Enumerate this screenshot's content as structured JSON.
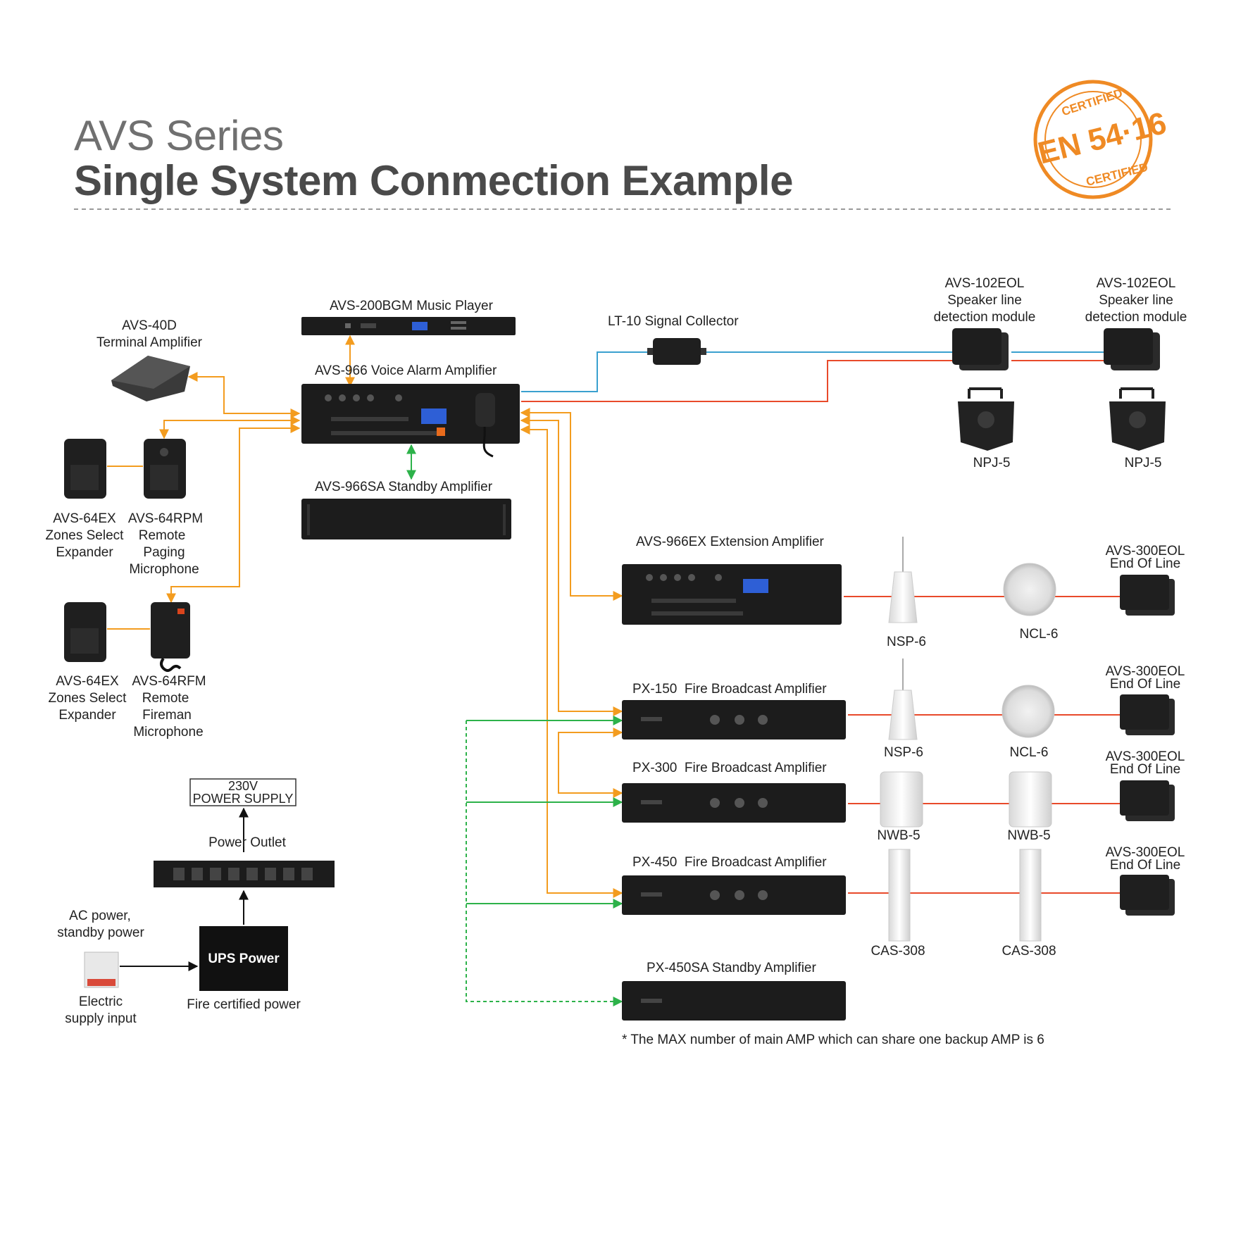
{
  "header": {
    "series": "AVS Series",
    "title": "Single System Conmection Example"
  },
  "badge": {
    "top": "CERTIFIED",
    "main": "EN 54·16",
    "bottom": "CERTIFIED"
  },
  "colors": {
    "orange": "#f39c1f",
    "red": "#e84a2b",
    "blue": "#3aa0cf",
    "green": "#2db24a",
    "device": "#1c1c1c",
    "badge": "#ef8a24"
  },
  "devices": {
    "music_player": "AVS-200BGM Music Player",
    "voice_alarm": "AVS-966 Voice Alarm Amplifier",
    "standby_amp": "AVS-966SA Standby Amplifier",
    "terminal_amp": [
      "AVS-40D",
      "Terminal Amplifier"
    ],
    "signal_collector": "LT-10 Signal Collector",
    "eol_module_1": [
      "AVS-102EOL",
      "Speaker line",
      "detection module"
    ],
    "eol_module_2": [
      "AVS-102EOL",
      "Speaker line",
      "detection module"
    ],
    "npj_1": "NPJ-5",
    "npj_2": "NPJ-5",
    "expander_1": [
      "AVS-64EX",
      "Zones Select",
      "Expander"
    ],
    "rpm": [
      "AVS-64RPM",
      "Remote",
      "Paging",
      "Microphone"
    ],
    "expander_2": [
      "AVS-64EX",
      "Zones Select",
      "Expander"
    ],
    "rfm": [
      "AVS-64RFM",
      "Remote",
      "Fireman",
      "Microphone"
    ],
    "ext_amp": "AVS-966EX Extension Amplifier",
    "px150": "PX-150  Fire Broadcast Amplifier",
    "px300": "PX-300  Fire Broadcast Amplifier",
    "px450": "PX-450  Fire Broadcast Amplifier",
    "px450sa": "PX-450SA Standby Amplifier",
    "nsp_1": "NSP-6",
    "ncl_1": "NCL-6",
    "nsp_2": "NSP-6",
    "ncl_2": "NCL-6",
    "nwb_1": "NWB-5",
    "nwb_2": "NWB-5",
    "cas_1": "CAS-308",
    "cas_2": "CAS-308",
    "eol300_1": [
      "AVS-300EOL",
      "End Of Line"
    ],
    "eol300_2": [
      "AVS-300EOL",
      "End Of Line"
    ],
    "eol300_3": [
      "AVS-300EOL",
      "End Of Line"
    ],
    "eol300_4": [
      "AVS-300EOL",
      "End Of Line"
    ]
  },
  "power": {
    "supply": [
      "230V",
      "POWER SUPPLY"
    ],
    "outlet": "Power Outlet",
    "ups": "UPS Power",
    "ups_caption": "Fire certified power",
    "ac_label": [
      "AC power,",
      "standby power"
    ],
    "electric_label": [
      "Electric",
      "supply input"
    ]
  },
  "footnote": "* The MAX number of main AMP which can share one backup AMP is 6"
}
